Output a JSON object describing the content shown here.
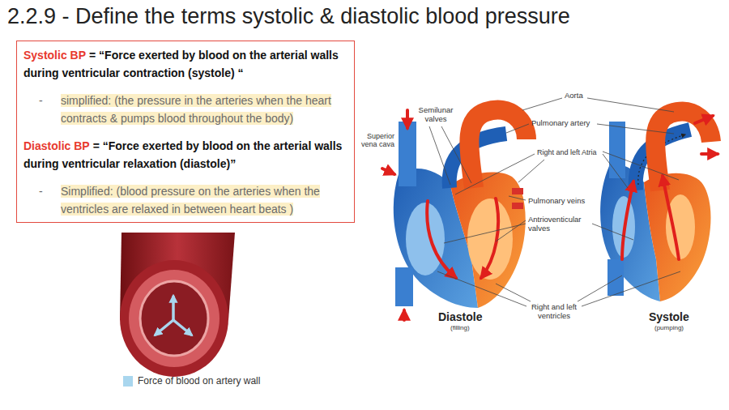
{
  "diagram": {
    "title": "2.2.9 - Define the terms systolic & diastolic blood pressure",
    "nodes": [
      {
        "text": [
          "Systolic BP",
          "= “Force exerted by blood on the arterial walls during ventricular contraction (systole) “",
          "-",
          "simplified: (the pressure in the arteries when the heart contracts & pumps blood throughout the body)",
          "Diastolic BP",
          "= “Force exerted by blood on the arterial walls during ventricular relaxation (diastole)”",
          "-",
          "Simplified: (blood pressure on the arteries when the ventricles are relaxed in between heart beats )"
        ]
      }
    ],
    "labels": [
      "Semilunar valves",
      "Aorta",
      "Pulmonary artery",
      "Superior vena cava",
      "Right and left Atria",
      "Pulmonary veins",
      "Antrioventicular valves",
      "Right and left ventricles",
      "Diastole",
      "(filling)",
      "Systole",
      "(pumping)"
    ],
    "legend": [
      {
        "text": "Force of blood on artery wall",
        "color": "#a9d6ee"
      }
    ]
  }
}
